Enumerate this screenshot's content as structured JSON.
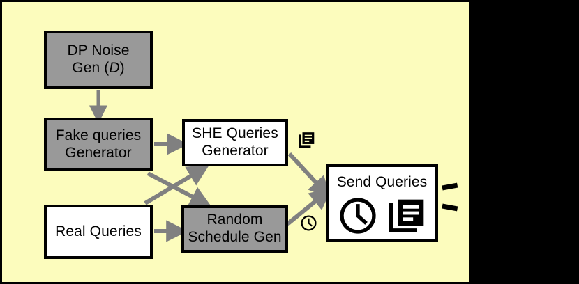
{
  "figure": {
    "background_color": "#fcfcbd",
    "outside_color": "#000000",
    "box_gray": "#999999",
    "box_white": "#ffffff",
    "arrow_color": "#808080",
    "stroke_color": "#000000",
    "type": "flow-diagram"
  },
  "nodes": [
    {
      "id": "dp-noise-gen",
      "lines": [
        "DP Noise",
        "Gen (D)"
      ],
      "line1": "DP Noise",
      "line2_pre": "Gen (",
      "line2_em": "D",
      "line2_post": ")",
      "fill": "gray"
    },
    {
      "id": "fake-queries-generator",
      "line1": "Fake queries",
      "line2": "Generator",
      "fill": "gray"
    },
    {
      "id": "she-queries-generator",
      "line1": "SHE Queries",
      "line2": "Generator",
      "fill": "white"
    },
    {
      "id": "real-queries",
      "line1": "Real Queries",
      "line2": "",
      "fill": "white"
    },
    {
      "id": "random-schedule-gen",
      "line1": "Random",
      "line2": "Schedule Gen",
      "fill": "gray"
    },
    {
      "id": "send-queries",
      "line1": "Send Queries",
      "line2": "",
      "fill": "white",
      "icons": [
        "clock-icon",
        "documents-icon"
      ]
    }
  ],
  "edges": [
    {
      "from": "dp-noise-gen",
      "to": "fake-queries-generator",
      "style": "solid-arrow"
    },
    {
      "from": "fake-queries-generator",
      "to": "she-queries-generator",
      "style": "solid-arrow"
    },
    {
      "from": "fake-queries-generator",
      "to": "random-schedule-gen",
      "style": "solid-arrow"
    },
    {
      "from": "real-queries",
      "to": "she-queries-generator",
      "style": "solid-arrow"
    },
    {
      "from": "real-queries",
      "to": "random-schedule-gen",
      "style": "solid-arrow"
    },
    {
      "from": "she-queries-generator",
      "to": "send-queries",
      "style": "solid-arrow",
      "badge": "documents-icon"
    },
    {
      "from": "random-schedule-gen",
      "to": "send-queries",
      "style": "solid-arrow",
      "badge": "clock-icon"
    },
    {
      "from": "send-queries",
      "to": "",
      "style": "dashed-upper"
    },
    {
      "from": "send-queries",
      "to": "",
      "style": "dashed-lower"
    }
  ],
  "badges": {
    "she_output": "documents-icon",
    "schedule_output": "clock-icon"
  }
}
